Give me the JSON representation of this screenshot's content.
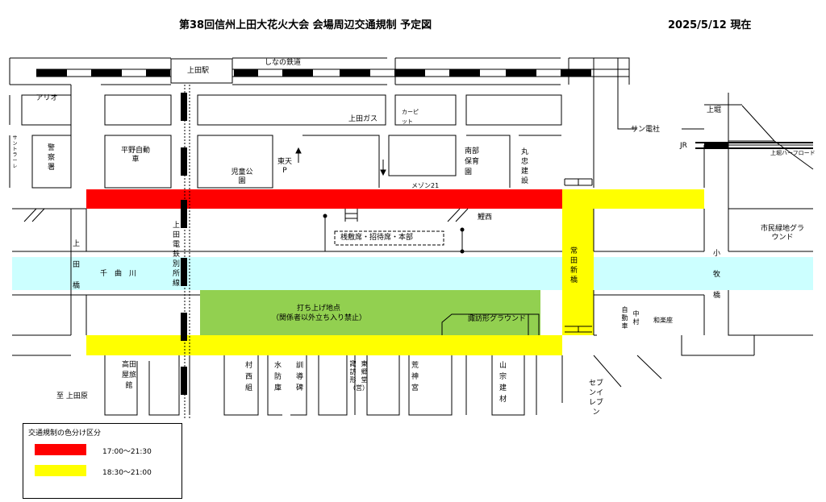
{
  "header": {
    "title": "第38回信州上田大花火大会 会場周辺交通規制 予定図",
    "date": "2025/5/12 現在"
  },
  "colors": {
    "red_restriction": "#ff0000",
    "yellow_restriction": "#ffff00",
    "river": "#ccffff",
    "launch_area": "#92d050"
  },
  "labels": {
    "ueda_station": "上田駅",
    "shinano_railway": "しなの鉄道",
    "ario": "アリオ",
    "sentrance": "サントラーレ",
    "police": "警察署",
    "hirano": "平野自動車",
    "jido_park": "児童公園",
    "higashi_tenp": "東天P",
    "ueda_gas": "上田ガス",
    "carpit": "カーピット",
    "mezon": "メゾン21",
    "nanbu_hoikuen": "南部保育園",
    "maruchu": "丸忠建設",
    "sun_densha": "サン電社",
    "kamibori": "上堀",
    "jr": "JR",
    "half_road": "上堀ハーフロード",
    "koinishi": "鯉西",
    "sajiki": "桟敷席・招待席・本部",
    "shimin_ryokuchi": "市民緑地グラウンド",
    "uedabashi": "上田橋",
    "chikuma": "千曲川",
    "bessho_line": "上田電鉄別所線",
    "tokiwada": "常田新橋",
    "komakibashi": "小牧橋",
    "launch_1": "打ち上げ地点",
    "launch_2": "（関係者以外立ち入り禁止）",
    "suwagata_ground": "諏訪形グラウンド",
    "jidoushasha": "自動車",
    "nakamura": "中村",
    "warakuza": "和楽座",
    "takadaya": "高田屋旅館",
    "murnishi": "村西組",
    "suibou": "水防庫",
    "kundou": "訓導碑",
    "tougoudou": "東郷堂",
    "suwagata_eigyo": "諏訪形（営）",
    "arajin": "荒神宮",
    "yamamune": "山宗建材",
    "seven": "セブンイレブン",
    "to_ueda": "至 上田原"
  },
  "legend": {
    "title": "交通規制の色分け区分",
    "items": [
      {
        "color": "#ff0000",
        "label": "17:00～21:30"
      },
      {
        "color": "#ffff00",
        "label": "18:30～21:00"
      }
    ]
  }
}
